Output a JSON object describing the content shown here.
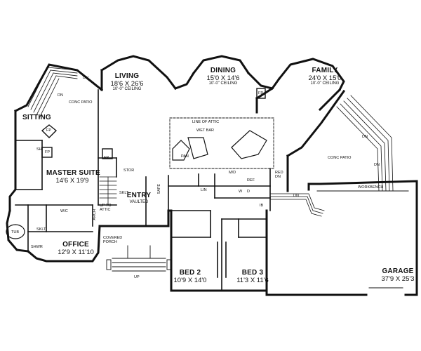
{
  "rooms": {
    "living": {
      "name": "LIVING",
      "dims": "18'6 X 26'6",
      "ceiling": "10'-0\" CEILING"
    },
    "dining": {
      "name": "DINING",
      "dims": "15'0 X 14'6",
      "ceiling": "10'-0\" CEILING"
    },
    "family": {
      "name": "FAMILY",
      "dims": "24'0 X 15'0",
      "ceiling": "10'-0\" CEILING"
    },
    "sitting": {
      "name": "SITTING"
    },
    "master_suite": {
      "name": "MASTER SUITE",
      "dims": "14'6 X 19'9"
    },
    "entry": {
      "name": "ENTRY",
      "note": "VAULTED"
    },
    "office": {
      "name": "OFFICE",
      "dims": "12'9 X 11'10"
    },
    "bed2": {
      "name": "BED 2",
      "dims": "10'9 X 14'0"
    },
    "bed3": {
      "name": "BED 3",
      "dims": "11'3 X 11'6"
    },
    "garage": {
      "name": "GARAGE",
      "dims": "37'9 X 25'3"
    }
  },
  "labels": {
    "conc_patio_left": "CONC PATIO",
    "conc_patio_right": "CONC PATIO",
    "line_of_attic": "LINE OF ATTIC",
    "wet_bar": "WET BAR",
    "covered_porch": "COVERED PORCH",
    "up_to_attic": "UP TO ATTIC",
    "workbench": "WORKBENCH",
    "up": "UP",
    "dn_living": "DN",
    "dn_patio": "DN",
    "dn_fam1": "DN",
    "dn_fam2": "DN",
    "dn_garage": "DN",
    "fp_living": "FP",
    "fp_family": "FP",
    "fp_sitting": "FP",
    "fp_master": "FP",
    "sh": "SH",
    "stor": "STOR",
    "sklt": "SKLT",
    "sklt2": "SKLT",
    "safe": "SAFE",
    "pan": "PAN",
    "lin": "LIN",
    "mw": "M/D",
    "ref": "REF",
    "w": "W",
    "d": "D",
    "ib": "IB",
    "wic": "W/C",
    "tub": "TUB",
    "arch": "ARCH",
    "shwr": "SHWR",
    "red_dn": "RED DN"
  }
}
